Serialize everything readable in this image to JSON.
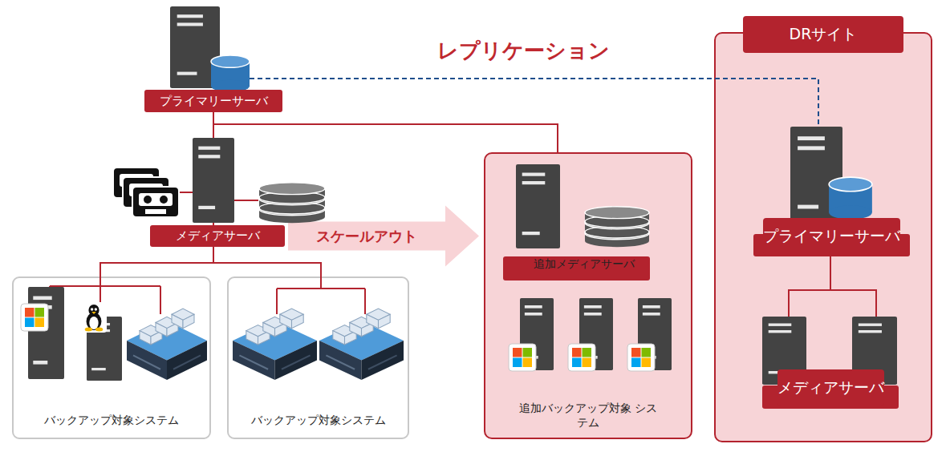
{
  "diagram": {
    "nodes": [
      {
        "text": [
          "プライマリーサーバ"
        ]
      },
      {
        "text": [
          "メディアサーバ"
        ]
      },
      {
        "text": [
          "バックアップ対象システム"
        ]
      },
      {
        "text": [
          "バックアップ対象システム"
        ]
      },
      {
        "text": [
          "追加バックアップ対象 システム"
        ]
      },
      {
        "text": [
          "追加メディアサーバ"
        ],
        "in": 4
      },
      {
        "text": [
          "DRサイト"
        ]
      },
      {
        "text": [
          "プライマリーサーバ"
        ],
        "in": 6
      },
      {
        "text": [
          "メディアサーバ"
        ],
        "in": 6
      }
    ],
    "edges": [
      {
        "from": 0,
        "to": 1,
        "arrow": "none"
      },
      {
        "from": 0,
        "to": 4,
        "arrow": "none"
      },
      {
        "from": 0,
        "to": 7,
        "label": "レプリケーション",
        "arrow": "none"
      },
      {
        "from": 1,
        "to": 2,
        "arrow": "none"
      },
      {
        "from": 1,
        "to": 3,
        "arrow": "none"
      },
      {
        "from": 1,
        "to": 4,
        "label": "スケールアウト",
        "arrow": "to"
      },
      {
        "from": 7,
        "to": 8,
        "arrow": "none"
      }
    ]
  }
}
